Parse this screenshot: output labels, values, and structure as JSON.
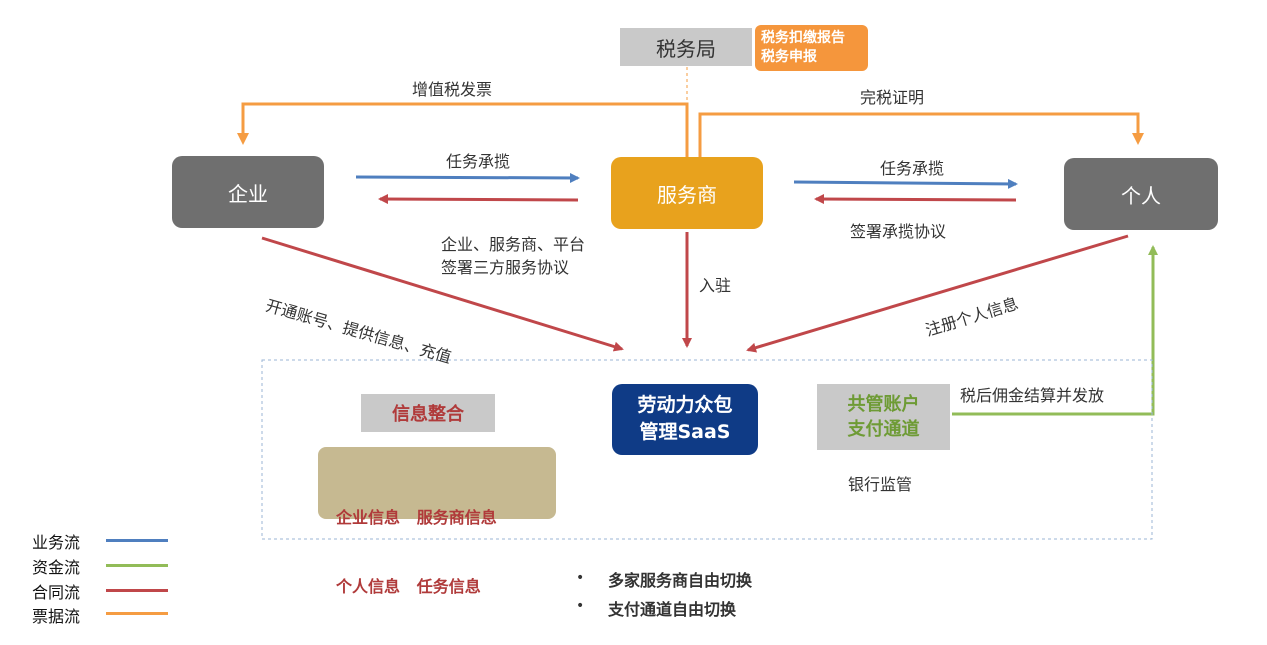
{
  "nodes": {
    "tax_bureau": "税务局",
    "tax_note_line1": "税务扣缴报告",
    "tax_note_line2": "税务申报",
    "enterprise": "企业",
    "service_provider": "服务商",
    "individual": "个人",
    "saas_line1": "劳动力众包",
    "saas_line2": "管理SaaS",
    "info_integration": "信息整合",
    "info_items_line1": "企业信息   服务商信息",
    "info_items_line2": "个人信息   任务信息",
    "shared_account_line1": "共管账户",
    "shared_account_line2": "支付通道",
    "bank_supervision": "银行监管"
  },
  "edges": {
    "vat_invoice": "增值税发票",
    "tax_certificate": "完税证明",
    "task_contract_left": "任务承揽",
    "three_party_line1": "企业、服务商、平台",
    "three_party_line2": "签署三方服务协议",
    "task_contract_right": "任务承揽",
    "sign_contract": "签署承揽协议",
    "open_account": "开通账号、提供信息、充值",
    "settle_in": "入驻",
    "register_info": "注册个人信息",
    "after_tax_payment": "税后佣金结算并发放"
  },
  "bullets": [
    "多家服务商自由切换",
    "支付通道自由切换"
  ],
  "legend": [
    {
      "label": "业务流",
      "color": "#4f7fbf"
    },
    {
      "label": "资金流",
      "color": "#92bc58"
    },
    {
      "label": "合同流",
      "color": "#c0474a"
    },
    {
      "label": "票据流",
      "color": "#f59c42"
    }
  ],
  "colors": {
    "gray_node": "#6f6f6f",
    "service_node": "#e8a21d",
    "saas_node": "#0f3b86",
    "light_gray": "#c9c9c9",
    "tan": "#c6b991",
    "orange_note": "#f5963c",
    "contract_red": "#c0474a",
    "business_blue": "#4f7fbf",
    "fund_green": "#92bc58",
    "invoice_orange": "#f59c42"
  }
}
